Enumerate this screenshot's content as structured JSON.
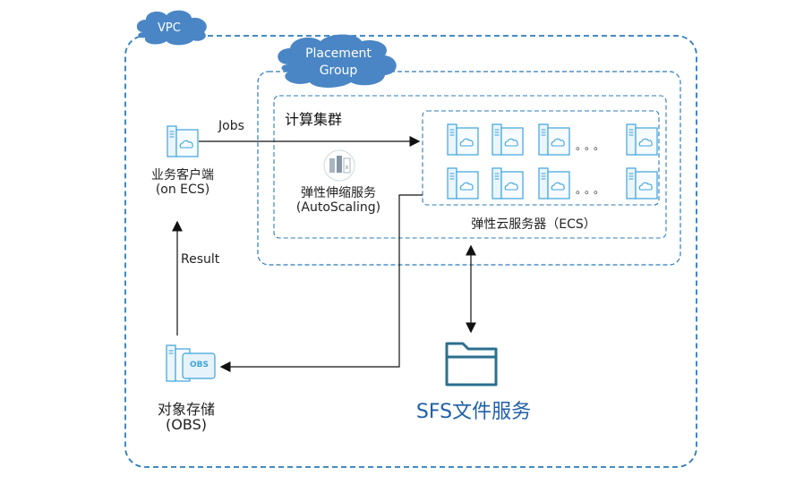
{
  "vpc": {
    "label": "VPC"
  },
  "placement_group": {
    "line1": "Placement",
    "line2": "Group"
  },
  "cluster": {
    "title": "计算集群"
  },
  "autoscaling": {
    "line1": "弹性伸缩服务",
    "line2": "(AutoScaling)"
  },
  "ecs_group": {
    "label": "弹性云服务器（ECS）",
    "ellipsis": "。。。"
  },
  "client": {
    "line1": "业务客户端",
    "line2": "(on ECS)"
  },
  "edges": {
    "jobs": "Jobs",
    "result": "Result"
  },
  "obs": {
    "line1": "对象存储",
    "line2": "(OBS)",
    "icon_text": "OBS"
  },
  "sfs": {
    "label": "SFS文件服务"
  },
  "colors": {
    "border_blue": "#2b7bb9",
    "cloud_blue": "#4a86c5",
    "server_blue": "#3da3dc",
    "sfs_text": "#1f5fa8",
    "folder": "#2b6f8f"
  }
}
